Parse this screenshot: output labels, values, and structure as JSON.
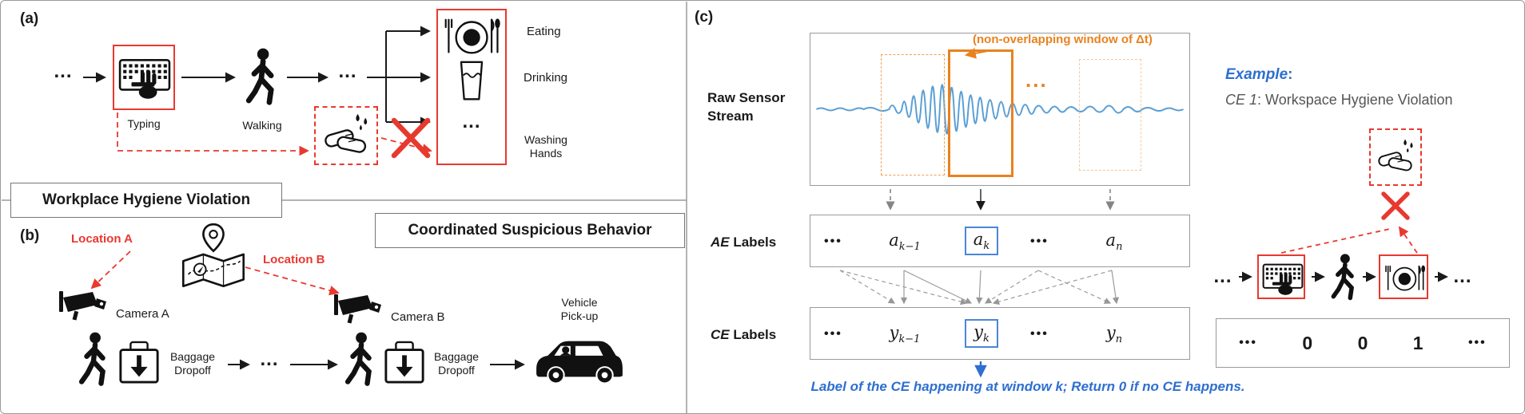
{
  "colors": {
    "red": "#e8392f",
    "orange": "#e8821e",
    "blue": "#2e6fd0",
    "wave_blue": "#5b9fd4",
    "gray": "#858585"
  },
  "panel_a": {
    "tag": "(a)",
    "ellipsis_start": "...",
    "typing": "Typing",
    "walking": "Walking",
    "ellipsis_mid": "...",
    "eating": "Eating",
    "drinking": "Drinking",
    "ellipsis_box": "...",
    "washing_line1": "Washing",
    "washing_line2": "Hands",
    "caption": "Workplace Hygiene Violation"
  },
  "panel_b": {
    "tag": "(b)",
    "caption": "Coordinated Suspicious Behavior",
    "location_a": "Location A",
    "location_b": "Location B",
    "camera_a": "Camera A",
    "camera_b": "Camera B",
    "baggage_line1": "Baggage",
    "baggage_line2": "Dropoff",
    "ellipsis": "...",
    "vehicle_line1": "Vehicle",
    "vehicle_line2": "Pick-up"
  },
  "panel_c": {
    "tag": "(c)",
    "raw_line1": "Raw Sensor",
    "raw_line2": "Stream",
    "window_note": "(non-overlapping window of Δt)",
    "wave_ellipsis": "...",
    "dots": "•••",
    "ae_title_em": "AE",
    "ae_title_rest": " Labels",
    "ce_title_em": "CE",
    "ce_title_rest": " Labels",
    "ae": {
      "k1_base": "a",
      "k1_sub": "k−1",
      "k_base": "a",
      "k_sub": "k",
      "n_base": "a",
      "n_sub": "n"
    },
    "ce": {
      "k1_base": "y",
      "k1_sub": "k−1",
      "k_base": "y",
      "k_sub": "k",
      "n_base": "y",
      "n_sub": "n"
    },
    "caption": "Label of the CE happening at window k; Return 0 if no CE happens.",
    "example": {
      "title": "Example",
      "colon": ":",
      "ce1_em": "CE 1",
      "ce1_rest": ": Workspace Hygiene Violation",
      "seq_ellipsis_left": "...",
      "seq_ellipsis_right": "...",
      "binary": [
        "•••",
        "0",
        "0",
        "1",
        "•••"
      ]
    }
  }
}
